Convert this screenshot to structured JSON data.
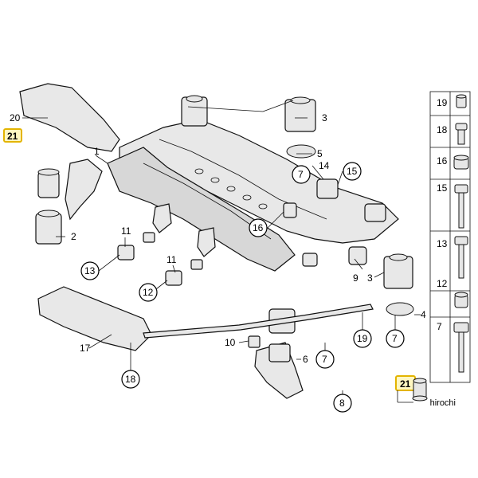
{
  "labels": {
    "l20": "20",
    "l21a": "21",
    "l1": "1",
    "l2": "2",
    "l11a": "11",
    "l13": "13",
    "l11b": "11",
    "l12": "12",
    "l16": "16",
    "l3a": "3",
    "l5": "5",
    "l7a": "7",
    "l14": "14",
    "l15": "15",
    "l9": "9",
    "l3b": "3",
    "l4": "4",
    "l7b": "7",
    "l19b": "19",
    "l10": "10",
    "l6": "6",
    "l7c": "7",
    "l17": "17",
    "l18b": "18",
    "l8": "8",
    "l21b": "21"
  },
  "panel": {
    "items": [
      "19",
      "18",
      "16",
      "15",
      "13",
      "12",
      "7"
    ]
  },
  "credit": "hirochi"
}
